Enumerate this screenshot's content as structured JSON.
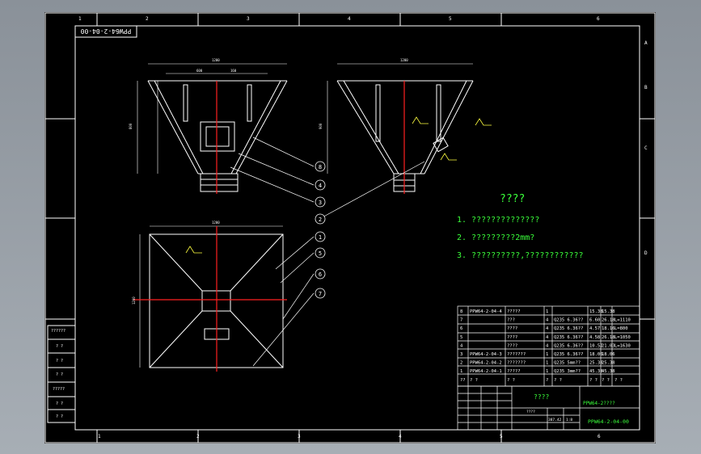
{
  "drawing": {
    "code_label_rotated": "PPW64-2-04-00",
    "title_heading": "????",
    "notes": [
      "1. ??????????????",
      "2. ?????????2mm?",
      "3. ??????????,????????????"
    ],
    "grid_cols_top": [
      "1",
      "2",
      "3",
      "4",
      "5",
      "6"
    ],
    "grid_cols_bottom": [
      "1",
      "2",
      "3",
      "4",
      "5",
      "6"
    ],
    "grid_rows": [
      "A",
      "B",
      "C",
      "D"
    ],
    "balloons": [
      "8",
      "4",
      "3",
      "2",
      "1",
      "5",
      "6",
      "7"
    ],
    "dimensions": {
      "front_top": "1200",
      "front_mid_left": "600",
      "front_mid_right": "160",
      "front_height": "800",
      "side_top": "1200",
      "side_height": "900",
      "plan_top": "1200",
      "plan_left": "1200"
    }
  },
  "bom": {
    "rows": [
      {
        "no": "8",
        "code": "PPW64-2-04-4",
        "name": "?????",
        "qty": "1",
        "material": "",
        "w1": "15.38",
        "w2": "15.38",
        "note": ""
      },
      {
        "no": "7",
        "code": "",
        "name": "???",
        "qty": "4",
        "material": "Q235 6.36??",
        "w1": "6.60",
        "w2": "26.18",
        "note": "L=1110"
      },
      {
        "no": "6",
        "code": "",
        "name": "????",
        "qty": "4",
        "material": "Q235 6.36??",
        "w1": "4.57",
        "w2": "18.16",
        "note": "L=800"
      },
      {
        "no": "5",
        "code": "",
        "name": "????",
        "qty": "4",
        "material": "Q235 6.36??",
        "w1": "4.58",
        "w2": "26.18",
        "note": "L=1050"
      },
      {
        "no": "4",
        "code": "",
        "name": "????",
        "qty": "4",
        "material": "Q235 6.36??",
        "w1": "10.52",
        "w2": "21.03",
        "note": "L=1630"
      },
      {
        "no": "3",
        "code": "PPW64-2-04-3",
        "name": "???????",
        "qty": "1",
        "material": "Q235 6.36??",
        "w1": "18.06",
        "w2": "18.06",
        "note": ""
      },
      {
        "no": "2",
        "code": "PPW64-2-04-2",
        "name": "???????",
        "qty": "1",
        "material": "Q235 5mm??",
        "w1": "25.38",
        "w2": "25.38",
        "note": ""
      },
      {
        "no": "1",
        "code": "PPW64-2-04-1",
        "name": "?????",
        "qty": "1",
        "material": "Q235 3mm??",
        "w1": "45.38",
        "w2": "45.38",
        "note": ""
      }
    ],
    "header": {
      "no": "??",
      "code": "? ?",
      "name": "? ?",
      "qty": "?",
      "material": "? ?",
      "w1": "? ?",
      "w2": "? ?",
      "note": "? ?"
    }
  },
  "title_block": {
    "part_name": "????",
    "company": "PPW64-2????",
    "drawing_no": "PPW64-2-04-00",
    "weight": "387.42",
    "scale": "1:8",
    "designer": "????",
    "side_labels": [
      "??????",
      "? ?",
      "? ?",
      "? ?",
      "?????",
      "? ?",
      "? ?"
    ]
  }
}
